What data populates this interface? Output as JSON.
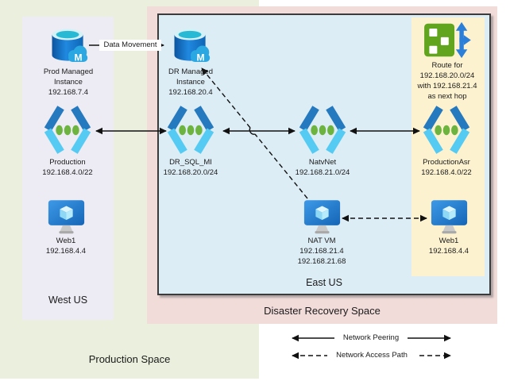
{
  "diagram": {
    "regions": {
      "production_space": {
        "label": "Production Space"
      },
      "west_us": {
        "label": "West US"
      },
      "disaster_recovery_space": {
        "label": "Disaster Recovery Space"
      },
      "east_us": {
        "label": "East US"
      }
    },
    "nodes": {
      "prod_mi": {
        "icon": "managed-instance-icon",
        "lines": [
          "Prod Managed",
          "Instance",
          "192.168.7.4"
        ]
      },
      "dr_mi": {
        "icon": "managed-instance-icon",
        "lines": [
          "DR Managed",
          "Instance",
          "192.168.20.4"
        ]
      },
      "route_table": {
        "icon": "route-table-icon",
        "lines": [
          "Route for",
          "192.168.20.0/24",
          "with 192.168.21.4",
          "as next hop"
        ]
      },
      "vnet_production": {
        "icon": "virtual-network-icon",
        "lines": [
          "Production",
          "192.168.4.0/22"
        ]
      },
      "vnet_dr_sql_mi": {
        "icon": "virtual-network-icon",
        "lines": [
          "DR_SQL_MI",
          "192.168.20.0/24"
        ]
      },
      "vnet_natvnet": {
        "icon": "virtual-network-icon",
        "lines": [
          "NatvNet",
          "192.168.21.0/24"
        ]
      },
      "vnet_production_asr": {
        "icon": "virtual-network-icon",
        "lines": [
          "ProductionAsr",
          "192.168.4.0/22"
        ]
      },
      "web1_west": {
        "icon": "virtual-machine-icon",
        "lines": [
          "Web1",
          "192.168.4.4"
        ]
      },
      "nat_vm": {
        "icon": "virtual-machine-icon",
        "lines": [
          "NAT VM",
          "192.168.21.4",
          "192.168.21.68"
        ]
      },
      "web1_east": {
        "icon": "virtual-machine-icon",
        "lines": [
          "Web1",
          "192.168.4.4"
        ]
      }
    },
    "edges": {
      "data_movement": {
        "label": "Data Movement",
        "style": "solid-single-arrow"
      }
    },
    "legend": {
      "network_peering": {
        "label": "Network Peering",
        "style": "solid-double-arrow"
      },
      "network_access_path": {
        "label": "Network Access Path",
        "style": "dashed-double-arrow"
      }
    },
    "palette": {
      "production_space_bg": "#eaf0dd",
      "west_us_bg": "#edebf3",
      "disaster_recovery_bg": "#f2dcda",
      "east_us_bg": "#dcedf5",
      "route_highlight_bg": "#fdf2cf",
      "vnet_blue_dark": "#2579be",
      "vnet_blue_light": "#55cbf3",
      "vnet_dot_green": "#6cb33f",
      "line_color": "#111111"
    }
  }
}
